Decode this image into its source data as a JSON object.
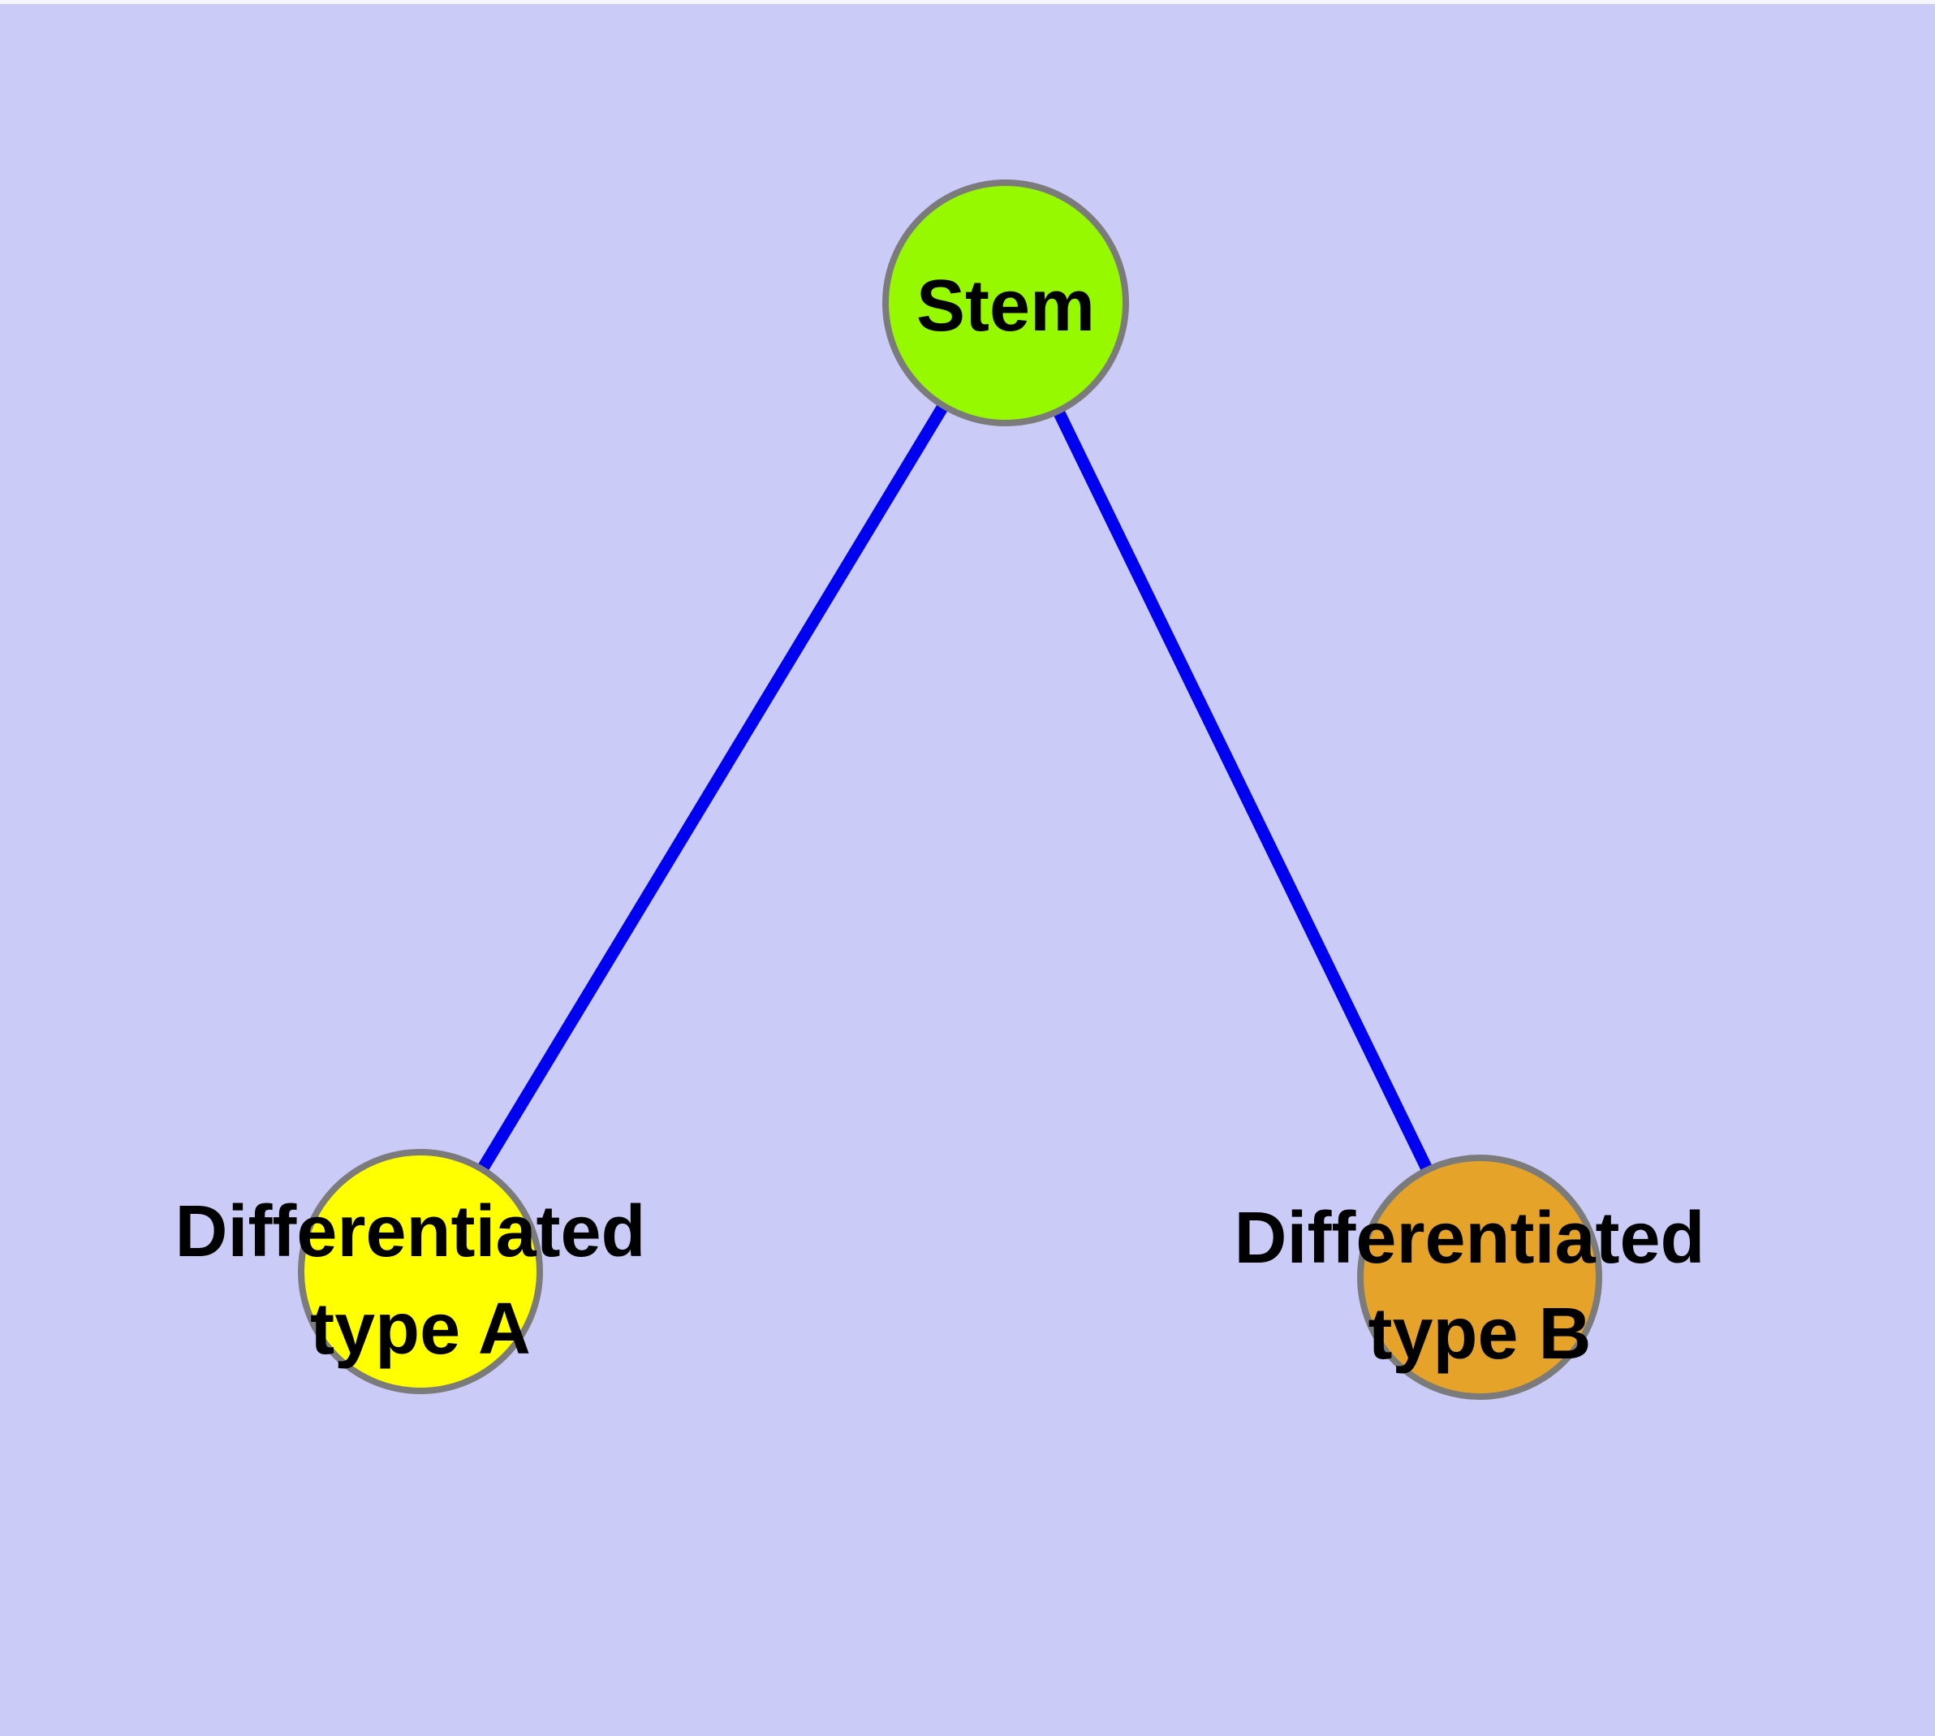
{
  "diagram": {
    "background_color": "#CBCBF8",
    "top_margin_color": "#F5F5FE",
    "node_border_color": "#7B7B7B",
    "label_color": "#000000",
    "nodes": {
      "stem": {
        "label": "Stem",
        "fill_color": "#97F900"
      },
      "type_a": {
        "label_lines": [
          "Differentiated",
          "type A"
        ],
        "fill_color": "#FFFF00"
      },
      "type_b": {
        "label_lines": [
          "Differentiated",
          "type B"
        ],
        "fill_color": "#E5A32A"
      }
    },
    "edges": [
      {
        "from": "Stem",
        "to": "Differentiated type A",
        "color": "#0000F0"
      },
      {
        "from": "Stem",
        "to": "Differentiated type B",
        "color": "#0000F0"
      }
    ]
  }
}
